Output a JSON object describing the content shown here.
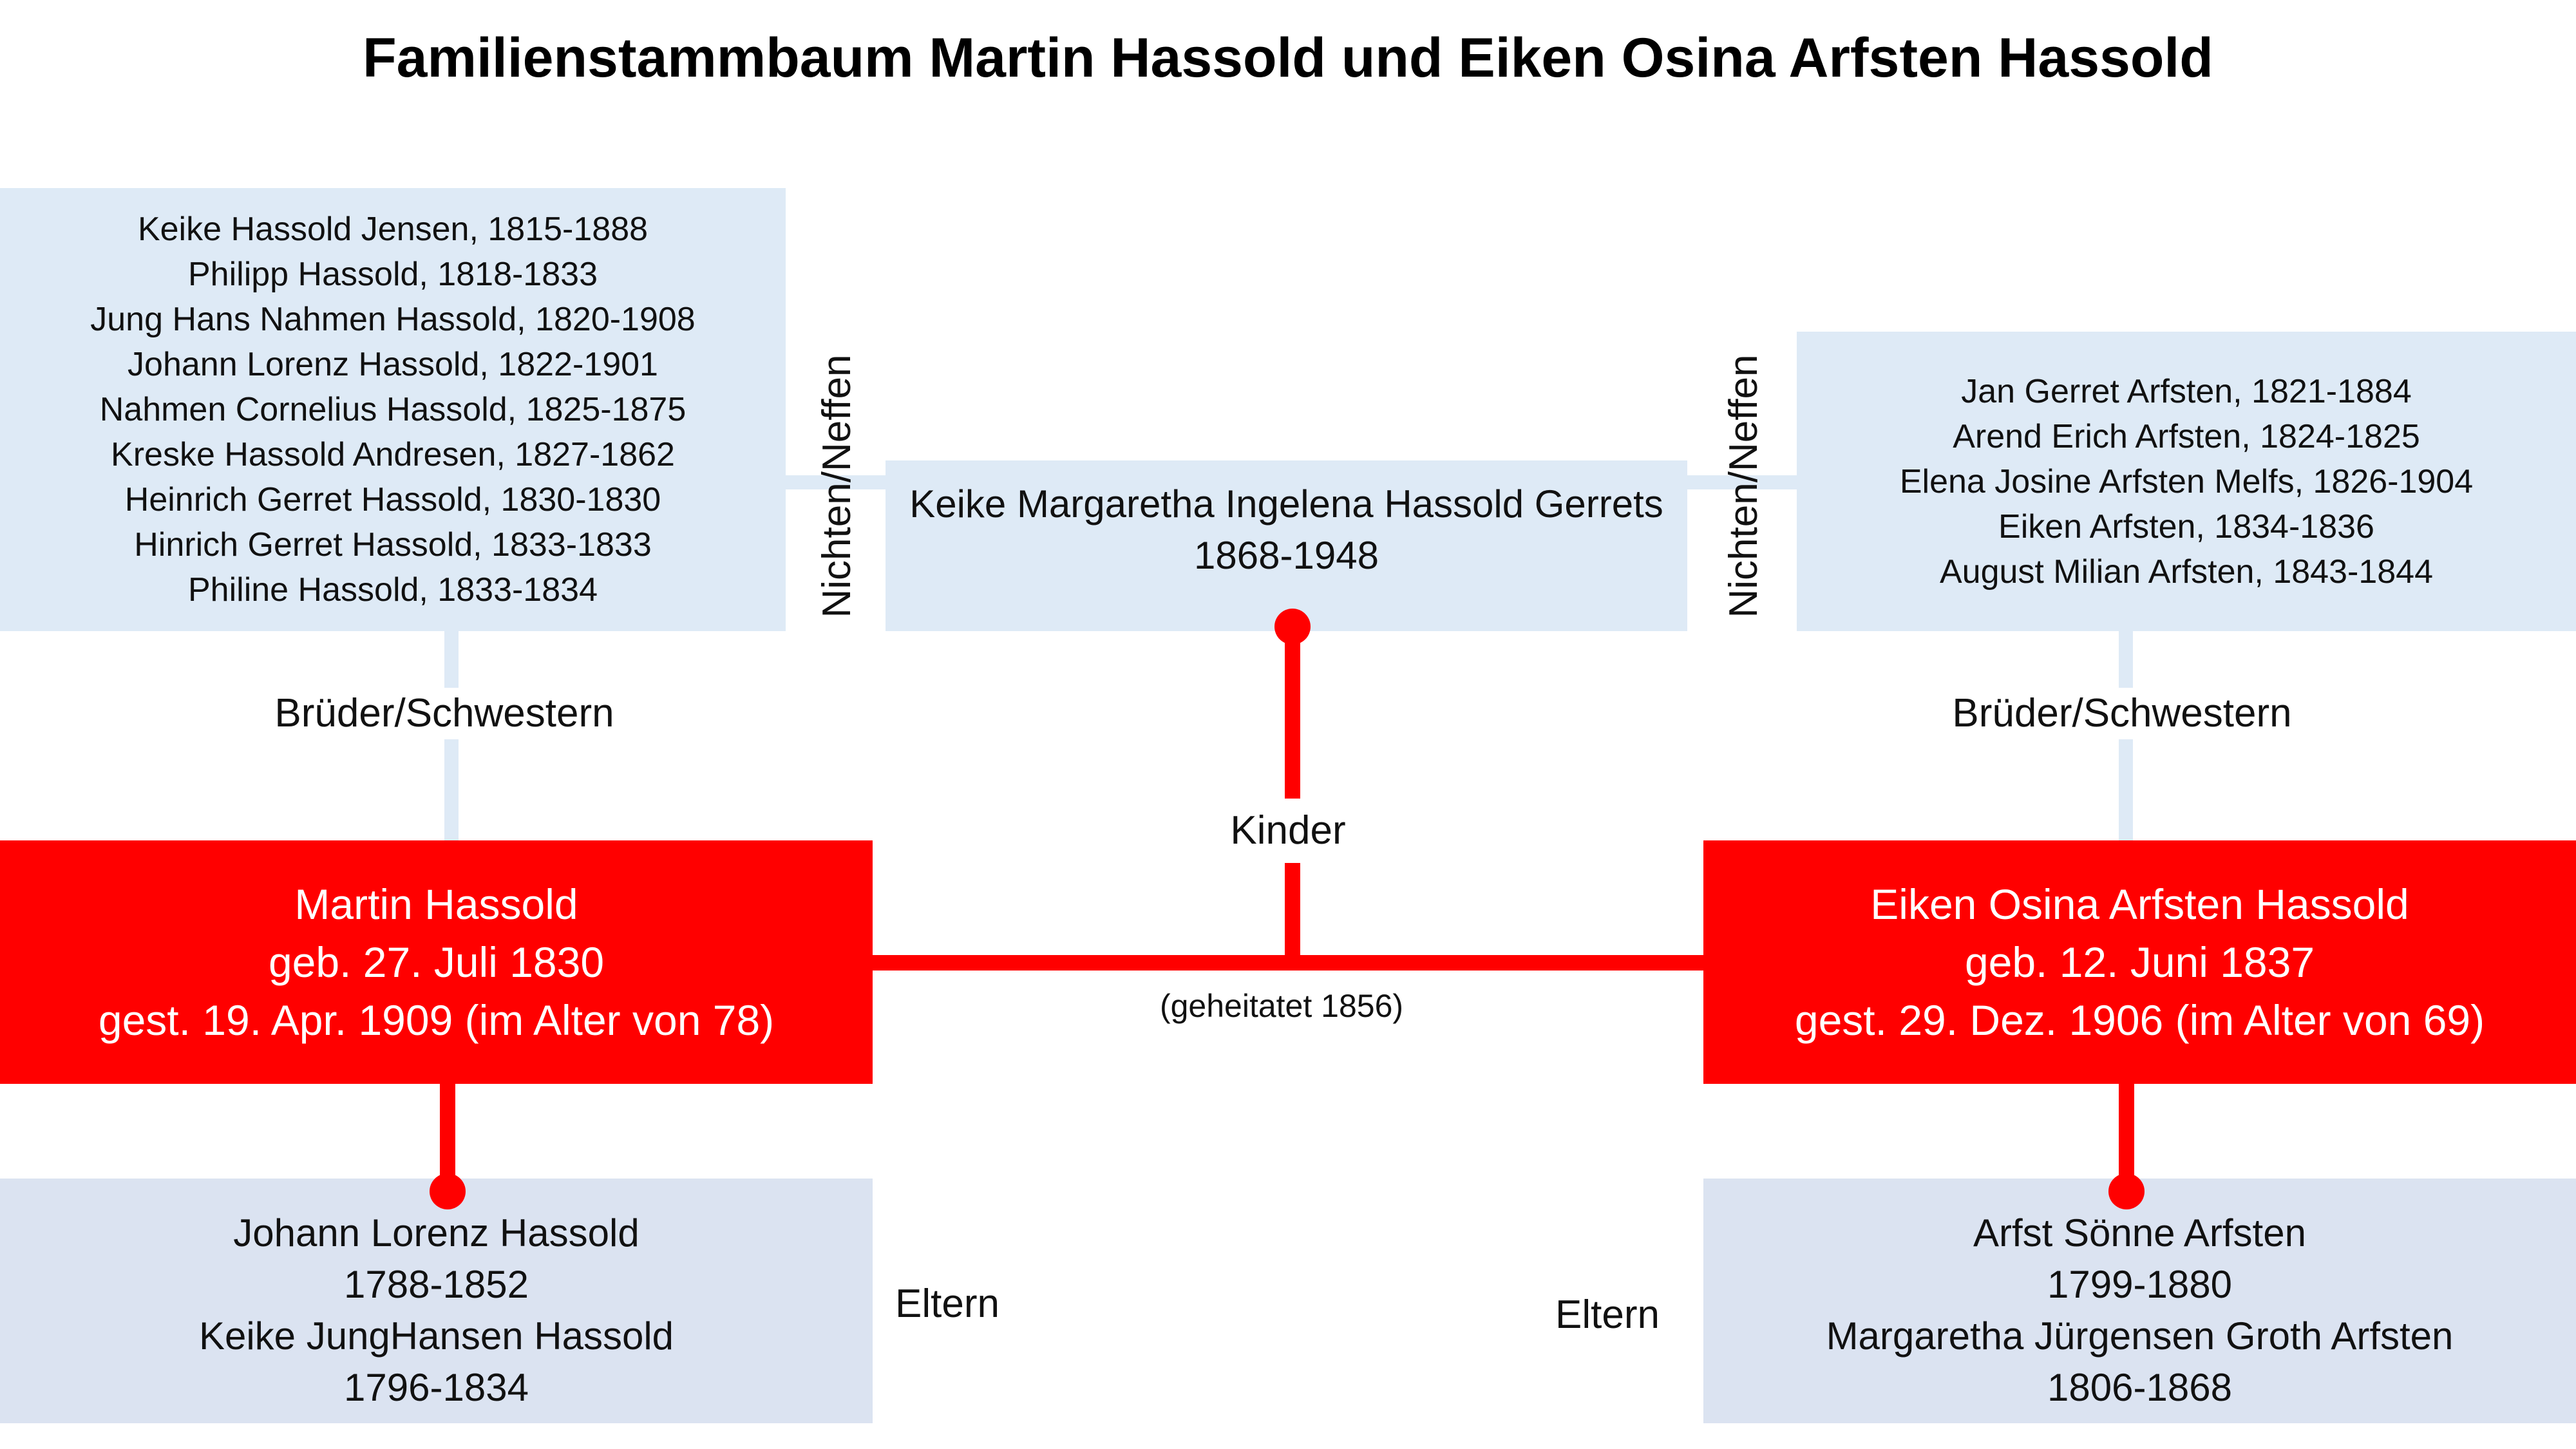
{
  "title": "Familienstammbaum Martin Hassold und Eiken Osina Arfsten Hassold",
  "left_siblings": [
    "Keike Hassold Jensen, 1815-1888",
    "Philipp Hassold, 1818-1833",
    "Jung Hans Nahmen Hassold, 1820-1908",
    "Johann Lorenz Hassold, 1822-1901",
    "Nahmen Cornelius Hassold, 1825-1875",
    "Kreske Hassold Andresen, 1827-1862",
    "Heinrich Gerret Hassold, 1830-1830",
    "Hinrich Gerret Hassold, 1833-1833",
    "Philine Hassold, 1833-1834"
  ],
  "right_siblings": [
    "Jan Gerret Arfsten, 1821-1884",
    "Arend Erich Arfsten, 1824-1825",
    "Elena Josine Arfsten Melfs, 1826-1904",
    "Eiken Arfsten, 1834-1836",
    "August Milian Arfsten, 1843-1844"
  ],
  "child": {
    "name": "Keike Margaretha Ingelena Hassold Gerrets",
    "years": "1868-1948"
  },
  "labels": {
    "nieces_nephews_left": "Nichten/Neffen",
    "nieces_nephews_right": "Nichten/Neffen",
    "siblings_left": "Brüder/Schwestern",
    "siblings_right": "Brüder/Schwestern",
    "children": "Kinder",
    "married": "(geheitatet 1856)",
    "parents_left": "Eltern",
    "parents_right": "Eltern"
  },
  "martin": {
    "name": "Martin Hassold",
    "born": "geb. 27. Juli 1830",
    "died": "gest. 19. Apr. 1909 (im Alter von 78)"
  },
  "eiken": {
    "name": "Eiken Osina Arfsten Hassold",
    "born": "geb. 12. Juni 1837",
    "died": "gest. 29. Dez. 1906 (im Alter von 69)"
  },
  "martin_parents": {
    "father_name": "Johann Lorenz Hassold",
    "father_years": "1788-1852",
    "mother_name": "Keike JungHansen Hassold",
    "mother_years": "1796-1834"
  },
  "eiken_parents": {
    "father_name": "Arfst Sönne Arfsten",
    "father_years": "1799-1880",
    "mother_name": "Margaretha Jürgensen Groth Arfsten",
    "mother_years": "1806-1868"
  },
  "colors": {
    "red": "#ff0000",
    "light_blue": "#deeaf6",
    "grey_blue": "#dbe3f1"
  }
}
